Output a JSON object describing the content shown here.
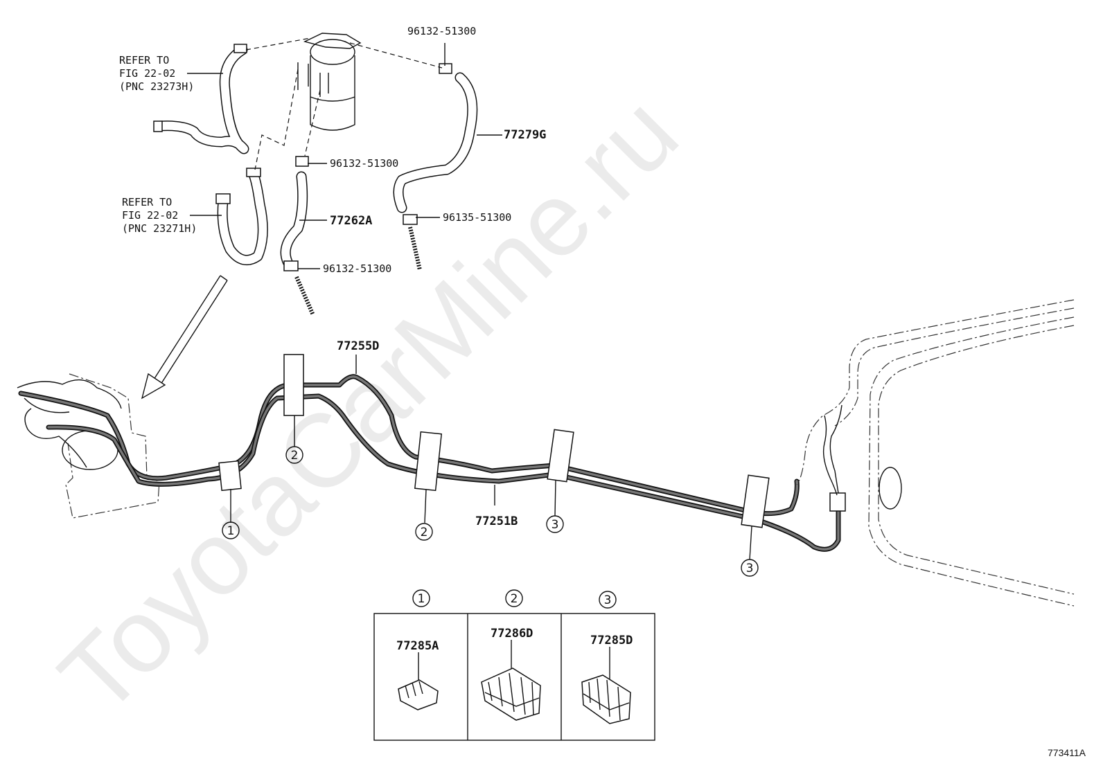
{
  "watermark": "ToyotaCarMine.ru",
  "figure_id": "773411A",
  "refs": {
    "ref_a": {
      "line1": "REFER TO",
      "line2": "FIG 22-02",
      "line3": "(PNC 23273H)"
    },
    "ref_b": {
      "line1": "REFER TO",
      "line2": "FIG 22-02",
      "line3": "(PNC 23271H)"
    }
  },
  "part_labels": {
    "clamp_top": "96132-51300",
    "hose_77279g": "77279G",
    "clamp_mid": "96132-51300",
    "hose_77262a": "77262A",
    "clamp_right": "96135-51300",
    "clamp_low": "96132-51300",
    "tube_77255d": "77255D",
    "tube_77251b": "77251B"
  },
  "callouts": {
    "c1": "1",
    "c2a": "2",
    "c2b": "2",
    "c3a": "3",
    "c3b": "3"
  },
  "legend": [
    {
      "num": "1",
      "part": "77285A"
    },
    {
      "num": "2",
      "part": "77286D"
    },
    {
      "num": "3",
      "part": "77285D"
    }
  ]
}
